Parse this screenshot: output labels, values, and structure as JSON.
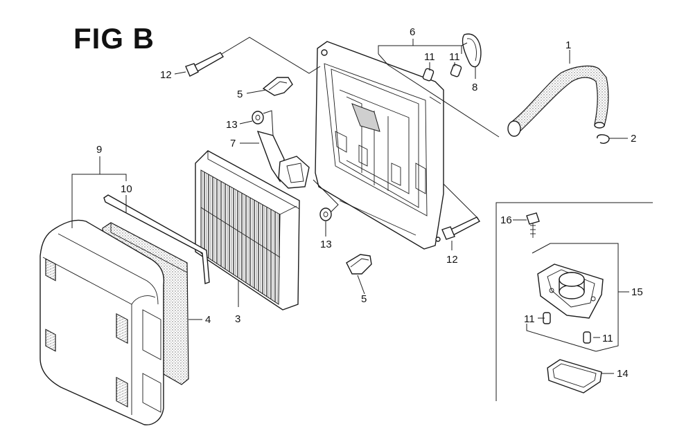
{
  "figure": {
    "title": "FIG B"
  },
  "callouts": [
    {
      "id": "c1",
      "label": "1"
    },
    {
      "id": "c2",
      "label": "2"
    },
    {
      "id": "c3",
      "label": "3"
    },
    {
      "id": "c4",
      "label": "4"
    },
    {
      "id": "c5a",
      "label": "5"
    },
    {
      "id": "c5b",
      "label": "5"
    },
    {
      "id": "c6",
      "label": "6"
    },
    {
      "id": "c7",
      "label": "7"
    },
    {
      "id": "c8",
      "label": "8"
    },
    {
      "id": "c9",
      "label": "9"
    },
    {
      "id": "c10",
      "label": "10"
    },
    {
      "id": "c11a",
      "label": "11"
    },
    {
      "id": "c11b",
      "label": "11"
    },
    {
      "id": "c11c",
      "label": "11"
    },
    {
      "id": "c11d",
      "label": "11"
    },
    {
      "id": "c12a",
      "label": "12"
    },
    {
      "id": "c12b",
      "label": "12"
    },
    {
      "id": "c13a",
      "label": "13"
    },
    {
      "id": "c13b",
      "label": "13"
    },
    {
      "id": "c14",
      "label": "14"
    },
    {
      "id": "c15",
      "label": "15"
    },
    {
      "id": "c16",
      "label": "16"
    }
  ]
}
